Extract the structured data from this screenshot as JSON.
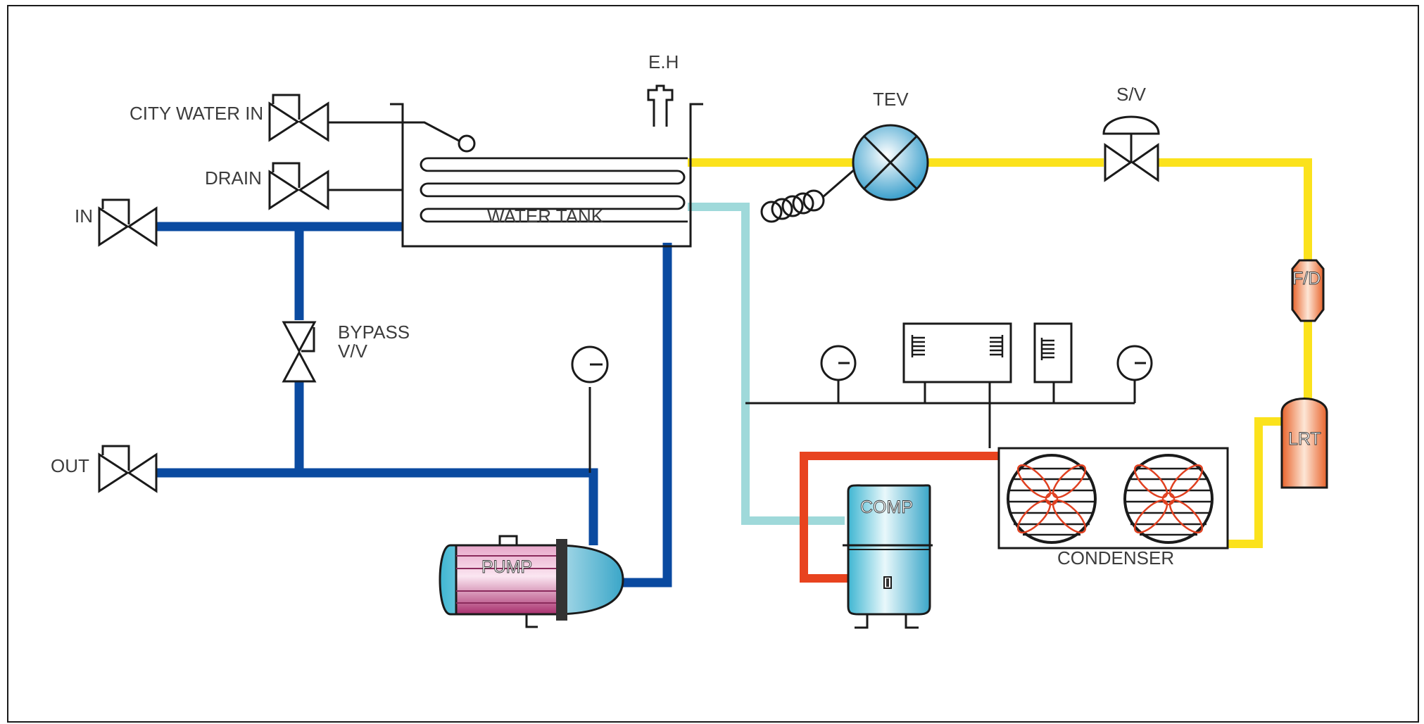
{
  "labels": {
    "city_water_in": "CITY WATER IN",
    "drain": "DRAIN",
    "in": "IN",
    "out": "OUT",
    "bypass_line1": "BYPASS",
    "bypass_line2": "V/V",
    "water_tank": "WATER TANK",
    "eh": "E.H",
    "tev": "TEV",
    "sv": "S/V",
    "fd": "F/D",
    "lrt": "LRT",
    "comp": "COMP",
    "condenser": "CONDENSER",
    "pump": "PUMP"
  },
  "colors": {
    "water_pipe": "#0a4aa0",
    "refrigerant_liquid": "#fbe21c",
    "suction_line": "#9fd9da",
    "discharge_line": "#e8431f",
    "fan_blade": "#e04020",
    "line": "#1a1a1a"
  },
  "icons": [
    "valve-icon",
    "gauge-icon",
    "electric-heater-icon",
    "expansion-valve-icon",
    "solenoid-valve-icon",
    "fan-icon",
    "control-box-icon",
    "capillary-coil-icon"
  ]
}
